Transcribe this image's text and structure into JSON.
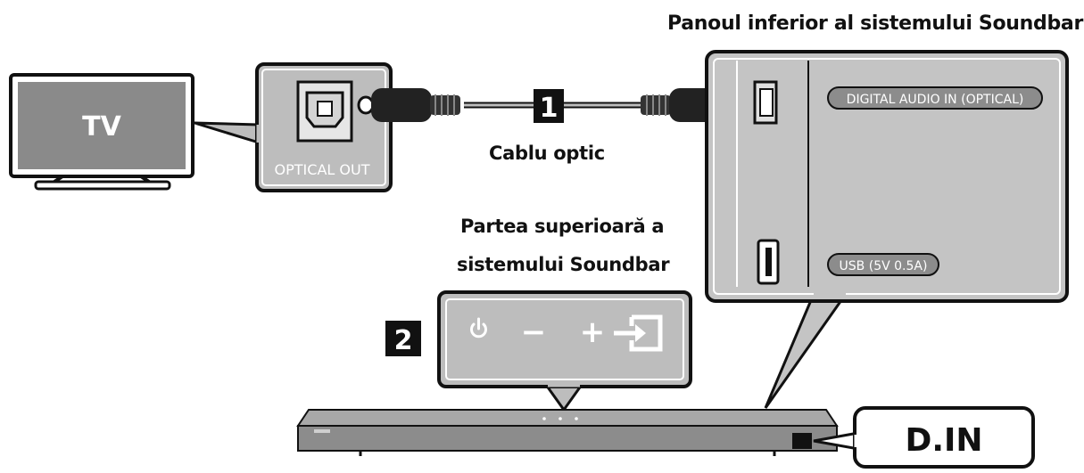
{
  "labels": {
    "panel_title": "Panoul inferior al sistemului Soundbar",
    "tv": "TV",
    "optical_out": "OPTICAL OUT",
    "cable": "Cablu optic",
    "top_title_line1": "Partea superioară a",
    "top_title_line2": "sistemului Soundbar",
    "digital_audio_in": "DIGITAL AUDIO IN (OPTICAL)",
    "usb": "USB (5V 0.5A)",
    "din": "D.IN"
  },
  "steps": {
    "step1": "1",
    "step2": "2"
  },
  "controls": {
    "minus": "−",
    "plus": "+"
  },
  "icons": [
    "power-icon",
    "input-source-icon",
    "optical-port-icon",
    "usb-port-icon"
  ],
  "colors": {
    "bubble_fill": "#bdbdbd",
    "tv_screen": "#8a8a8a",
    "outline": "#111111",
    "panel_fill": "#c4c4c4",
    "soundbar": "#8c8c8c"
  }
}
